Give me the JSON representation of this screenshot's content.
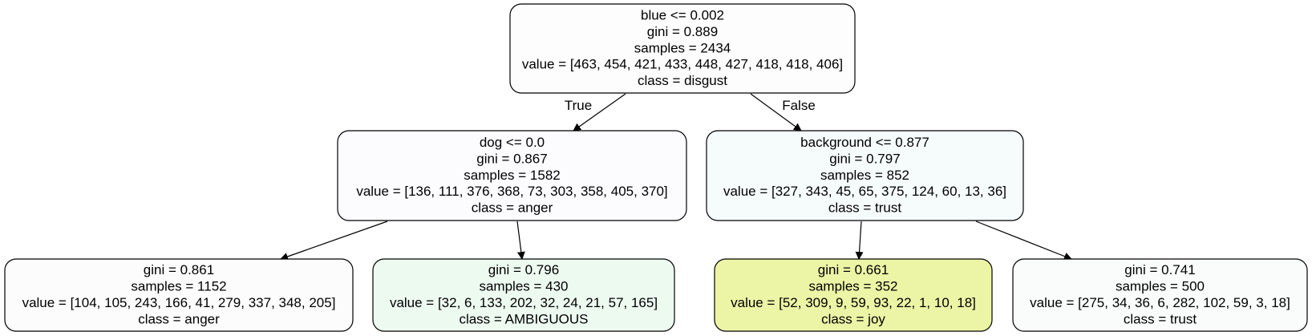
{
  "nodes": [
    {
      "id": "root",
      "fill": "#fefdfe",
      "lines": [
        "blue <= 0.002",
        "gini = 0.889",
        "samples = 2434",
        "value = [463, 454, 421, 433, 448, 427, 418, 418, 406]",
        "class = disgust"
      ]
    },
    {
      "id": "n1",
      "fill": "#fcfbfe",
      "lines": [
        "dog <= 0.0",
        "gini = 0.867",
        "samples = 1582",
        "value = [136, 111, 376, 368, 73, 303, 358, 405, 370]",
        "class = anger"
      ]
    },
    {
      "id": "n2",
      "fill": "#f6fcfc",
      "lines": [
        "background <= 0.877",
        "gini = 0.797",
        "samples = 852",
        "value = [327, 343, 45, 65, 375, 124, 60, 13, 36]",
        "class = trust"
      ]
    },
    {
      "id": "n3",
      "fill": "#fcfcfc",
      "lines": [
        "gini = 0.861",
        "samples = 1152",
        "value = [104, 105, 243, 166, 41, 279, 337, 348, 205]",
        "class = anger"
      ]
    },
    {
      "id": "n4",
      "fill": "#edfaf0",
      "lines": [
        "gini = 0.796",
        "samples = 430",
        "value = [32, 6, 133, 202, 32, 24, 21, 57, 165]",
        "class = AMBIGUOUS"
      ]
    },
    {
      "id": "n5",
      "fill": "#ecf4a6",
      "lines": [
        "gini = 0.661",
        "samples = 352",
        "value = [52, 309, 9, 59, 93, 22, 1, 10, 18]",
        "class = joy"
      ]
    },
    {
      "id": "n6",
      "fill": "#fafcfc",
      "lines": [
        "gini = 0.741",
        "samples = 500",
        "value = [275, 34, 36, 6, 282, 102, 59, 3, 18]",
        "class = trust"
      ]
    }
  ],
  "edges": [
    {
      "from": "root",
      "to": "n1",
      "label": "True"
    },
    {
      "from": "root",
      "to": "n2",
      "label": "False"
    },
    {
      "from": "n1",
      "to": "n3",
      "label": ""
    },
    {
      "from": "n1",
      "to": "n4",
      "label": ""
    },
    {
      "from": "n2",
      "to": "n5",
      "label": ""
    },
    {
      "from": "n2",
      "to": "n6",
      "label": ""
    }
  ]
}
